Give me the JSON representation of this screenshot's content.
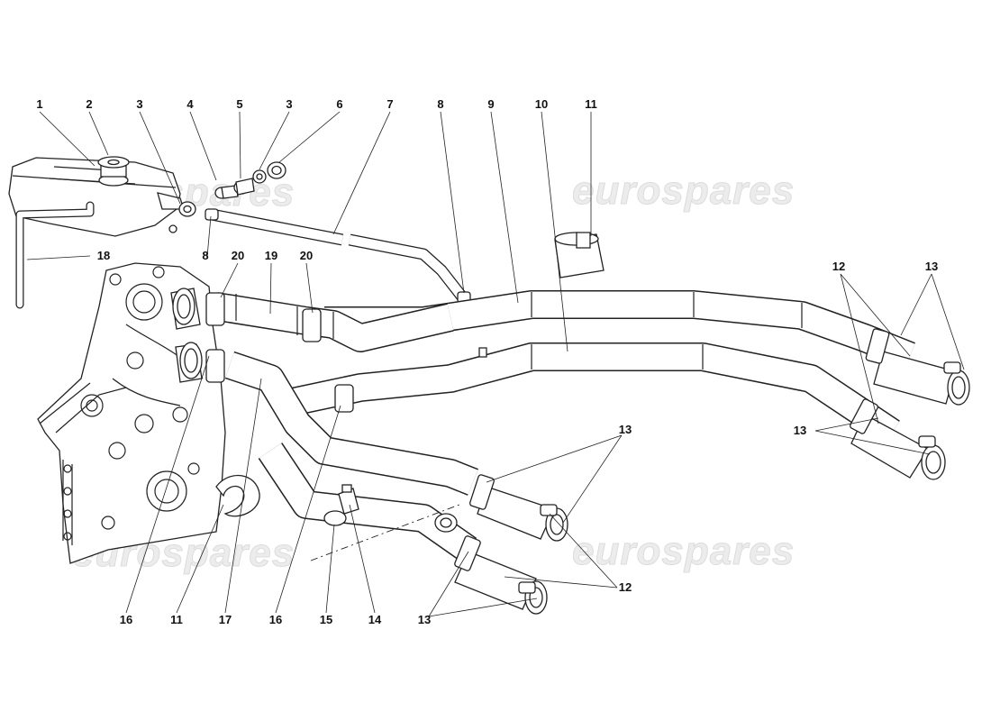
{
  "watermark": [
    "eurospares",
    "eurospares",
    "eurospares",
    "eurospares"
  ],
  "callouts": [
    {
      "id": "c1",
      "label": "1"
    },
    {
      "id": "c2",
      "label": "2"
    },
    {
      "id": "c3a",
      "label": "3"
    },
    {
      "id": "c4",
      "label": "4"
    },
    {
      "id": "c5",
      "label": "5"
    },
    {
      "id": "c3b",
      "label": "3"
    },
    {
      "id": "c6",
      "label": "6"
    },
    {
      "id": "c7",
      "label": "7"
    },
    {
      "id": "c8a",
      "label": "8"
    },
    {
      "id": "c9",
      "label": "9"
    },
    {
      "id": "c10",
      "label": "10"
    },
    {
      "id": "c11a",
      "label": "11"
    },
    {
      "id": "c18",
      "label": "18"
    },
    {
      "id": "c8b",
      "label": "8"
    },
    {
      "id": "c20a",
      "label": "20"
    },
    {
      "id": "c19",
      "label": "19"
    },
    {
      "id": "c20b",
      "label": "20"
    },
    {
      "id": "c12a",
      "label": "12"
    },
    {
      "id": "c13a",
      "label": "13"
    },
    {
      "id": "c13b",
      "label": "13"
    },
    {
      "id": "c13c",
      "label": "13"
    },
    {
      "id": "c12b",
      "label": "12"
    },
    {
      "id": "c16a",
      "label": "16"
    },
    {
      "id": "c11b",
      "label": "11"
    },
    {
      "id": "c17",
      "label": "17"
    },
    {
      "id": "c16b",
      "label": "16"
    },
    {
      "id": "c15",
      "label": "15"
    },
    {
      "id": "c14",
      "label": "14"
    },
    {
      "id": "c13d",
      "label": "13"
    }
  ]
}
